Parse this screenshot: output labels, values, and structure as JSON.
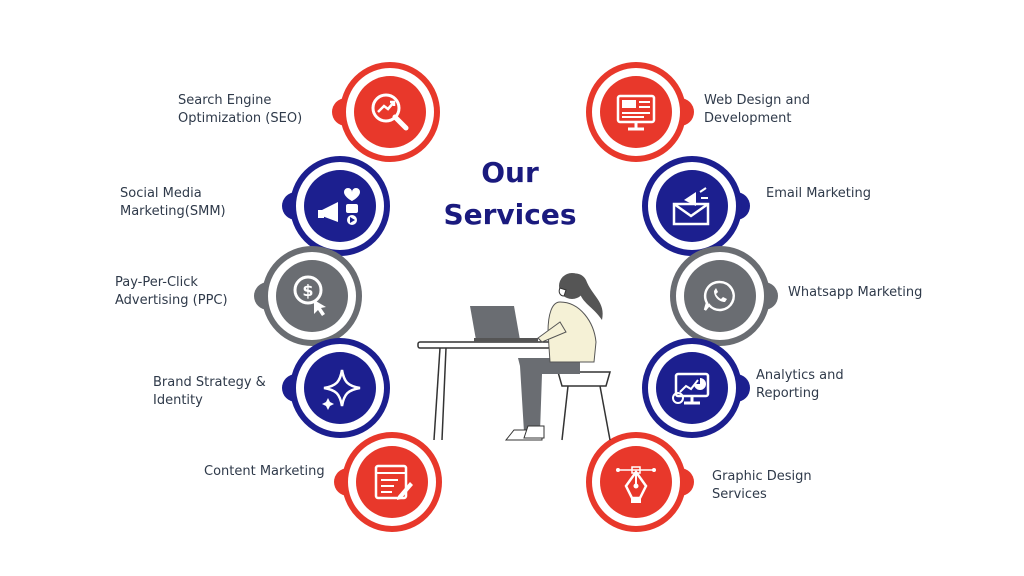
{
  "title_lines": [
    "Our",
    "Services"
  ],
  "colors": {
    "red": "#e8382b",
    "navy": "#1c1f8f",
    "grey": "#6a6d72",
    "title": "#1a1a7e"
  },
  "services_left": [
    {
      "lines": [
        "Search Engine",
        "Optimization (SEO)"
      ],
      "color": "red",
      "icon": "seo-magnifier-icon"
    },
    {
      "lines": [
        "Social Media",
        "Marketing(SMM)"
      ],
      "color": "navy",
      "icon": "megaphone-icon"
    },
    {
      "lines": [
        "Pay-Per-Click",
        "Advertising (PPC)"
      ],
      "color": "grey",
      "icon": "dollar-click-icon"
    },
    {
      "lines": [
        "Brand Strategy &",
        "Identity"
      ],
      "color": "navy",
      "icon": "sparkle-icon"
    },
    {
      "lines": [
        "Content Marketing"
      ],
      "color": "red",
      "icon": "content-edit-icon"
    }
  ],
  "services_right": [
    {
      "lines": [
        "Web Design and",
        "Development"
      ],
      "color": "red",
      "icon": "web-monitor-icon"
    },
    {
      "lines": [
        "Email Marketing"
      ],
      "color": "navy",
      "icon": "envelope-megaphone-icon"
    },
    {
      "lines": [
        "Whatsapp Marketing"
      ],
      "color": "grey",
      "icon": "whatsapp-icon"
    },
    {
      "lines": [
        "Analytics and",
        "Reporting"
      ],
      "color": "navy",
      "icon": "analytics-icon"
    },
    {
      "lines": [
        "Graphic Design",
        "Services"
      ],
      "color": "red",
      "icon": "pen-tool-icon"
    }
  ]
}
